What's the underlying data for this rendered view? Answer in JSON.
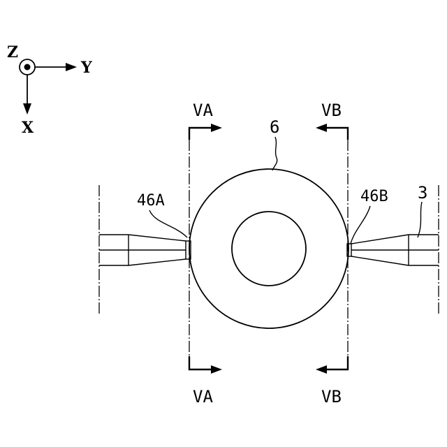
{
  "axes": {
    "z_label": "Z",
    "y_label": "Y",
    "x_label": "X"
  },
  "section_marks": {
    "left_top": "VA",
    "left_bottom": "VA",
    "right_top": "VB",
    "right_bottom": "VB"
  },
  "reference_numerals": {
    "ring": "6",
    "left_nozzle": "46A",
    "right_nozzle": "46B",
    "support": "3"
  }
}
